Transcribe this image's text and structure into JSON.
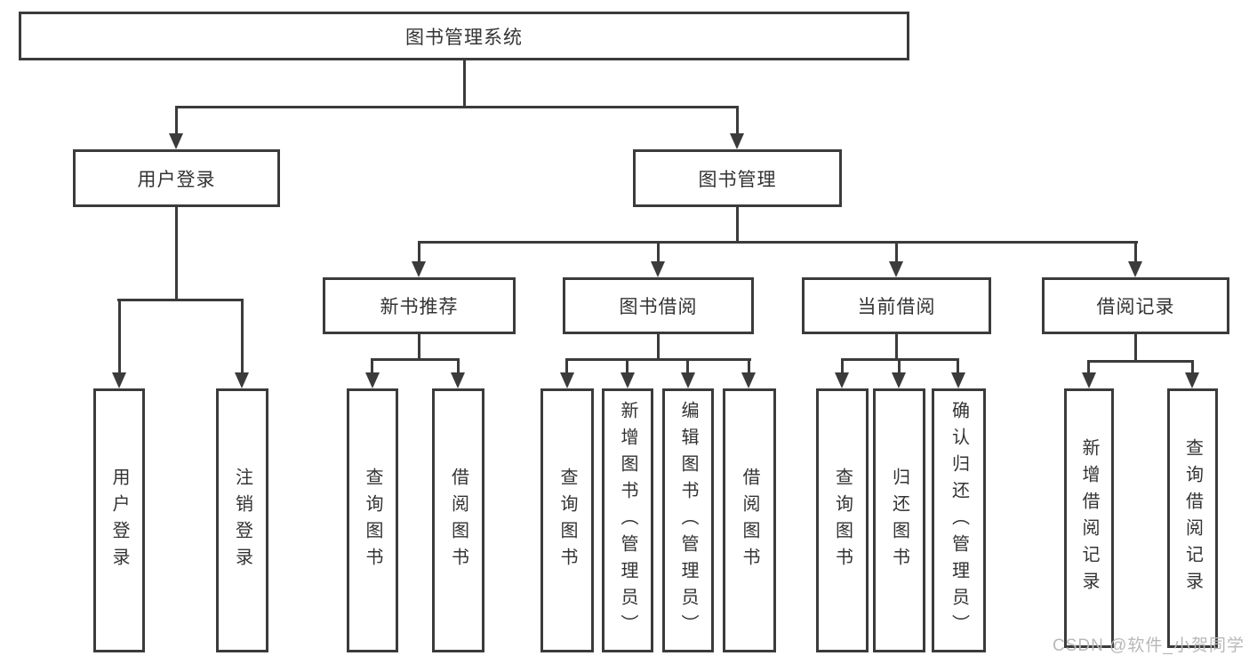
{
  "watermark": "CSDN @软件_小贺同学",
  "colors": {
    "line": "#3b3b3b",
    "text": "#333333",
    "watermark": "#b8b8b8",
    "background": "#ffffff"
  },
  "tree": {
    "root": {
      "label": "图书管理系统"
    },
    "branches": [
      {
        "label": "用户登录",
        "children": [
          {
            "label": "用户登录"
          },
          {
            "label": "注销登录"
          }
        ]
      },
      {
        "label": "图书管理",
        "children": [
          {
            "label": "新书推荐",
            "children": [
              {
                "label": "查询图书"
              },
              {
                "label": "借阅图书"
              }
            ]
          },
          {
            "label": "图书借阅",
            "children": [
              {
                "label": "查询图书"
              },
              {
                "label": "新增图书（管理员）"
              },
              {
                "label": "编辑图书（管理员）"
              },
              {
                "label": "借阅图书"
              }
            ]
          },
          {
            "label": "当前借阅",
            "children": [
              {
                "label": "查询图书"
              },
              {
                "label": "归还图书"
              },
              {
                "label": "确认归还（管理员）"
              }
            ]
          },
          {
            "label": "借阅记录",
            "children": [
              {
                "label": "新增借阅记录"
              },
              {
                "label": "查询借阅记录"
              }
            ]
          }
        ]
      }
    ]
  }
}
